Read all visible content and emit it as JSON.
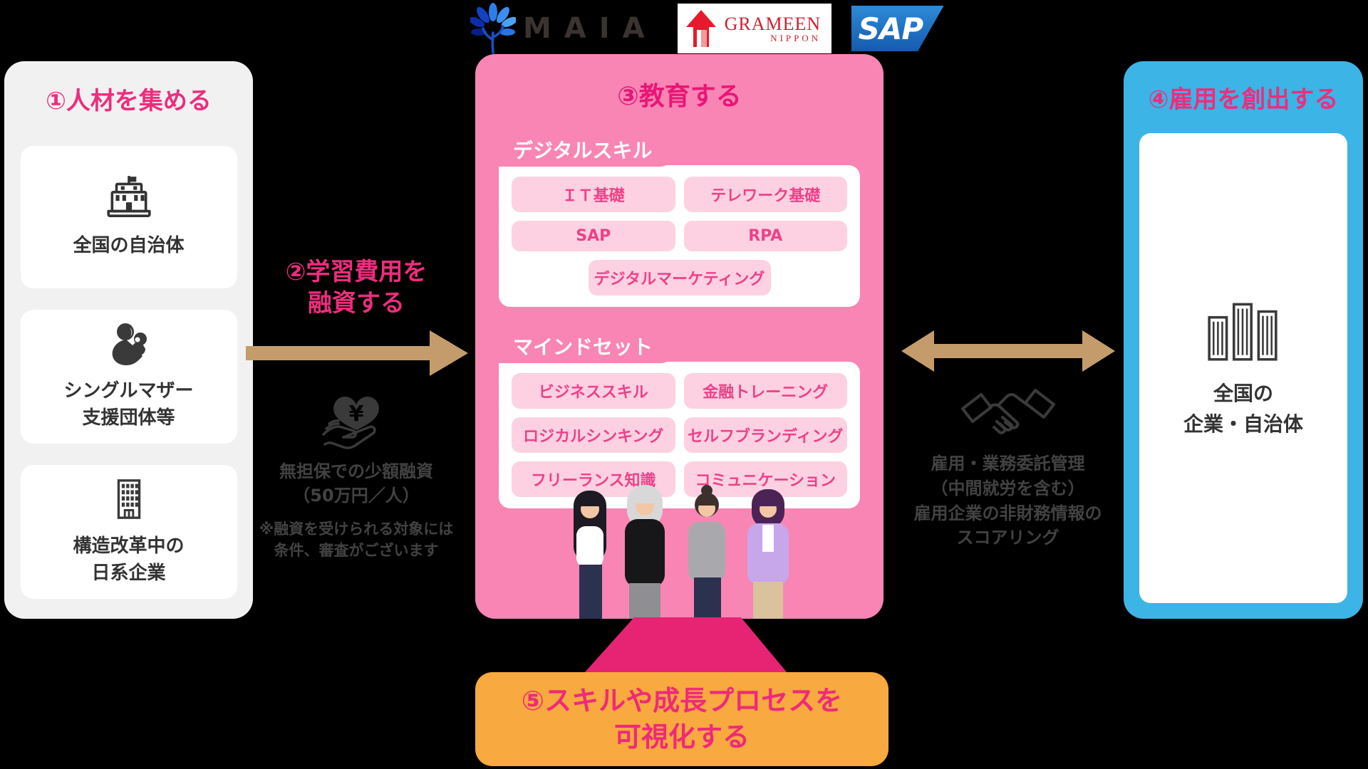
{
  "logos": {
    "maia": {
      "text": "MAIA"
    },
    "grameen": {
      "line1": "GRAMEEN",
      "line2": "NIPPON"
    },
    "sap": {
      "text": "SAP"
    }
  },
  "step1": {
    "title": "①人材を集める",
    "cards": [
      {
        "icon": "government-building-icon",
        "label": "全国の自治体"
      },
      {
        "icon": "mother-and-baby-icon",
        "label_line1": "シングルマザー",
        "label_line2": "支援団体等"
      },
      {
        "icon": "office-building-icon",
        "label_line1": "構造改革中の",
        "label_line2": "日系企業"
      }
    ]
  },
  "step2": {
    "title_line1": "②学習費用を",
    "title_line2": "融資する",
    "icon": "hand-heart-yen-icon",
    "caption_line1": "無担保での少額融資",
    "caption_line2": "（50万円／人）",
    "note_line1": "※融資を受けられる対象には",
    "note_line2": "条件、審査がございます"
  },
  "step3": {
    "title": "③教育する",
    "sections": [
      {
        "tab": "デジタルスキル",
        "chips": [
          "ＩＴ基礎",
          "テレワーク基礎",
          "SAP",
          "RPA",
          "デジタルマーケティング"
        ]
      },
      {
        "tab": "マインドセット",
        "chips": [
          "ビジネススキル",
          "金融トレーニング",
          "ロジカルシンキング",
          "セルフブランディング",
          "フリーランス知識",
          "コミュニケーション"
        ]
      }
    ]
  },
  "employment_link": {
    "icon": "handshake-icon",
    "line1": "雇用・業務委託管理",
    "line2": "（中間就労を含む）",
    "line3": "雇用企業の非財務情報の",
    "line4": "スコアリング"
  },
  "step4": {
    "title": "④雇用を創出する",
    "card": {
      "icon": "city-buildings-icon",
      "label_line1": "全国の",
      "label_line2": "企業・自治体"
    }
  },
  "step5": {
    "title_line1": "⑤スキルや成長プロセスを",
    "title_line2": "可視化する"
  },
  "palette": {
    "background": "#000000",
    "panel_gray": "#f1f1f1",
    "panel_pink": "#f985b4",
    "panel_blue": "#3cb4e5",
    "accent_pink": "#ee2d7d",
    "chip_bg": "#fdd1e1",
    "chip_text": "#ee4189",
    "arrow_tan": "#c49c6b",
    "muted_gray_text": "#424242",
    "banner_orange": "#f8a93f",
    "funnel_pink": "#e72373",
    "grameen_red": "#cf2030",
    "sap_blue": "#1d6bbd",
    "maia_blue": "#1c5ad4"
  }
}
